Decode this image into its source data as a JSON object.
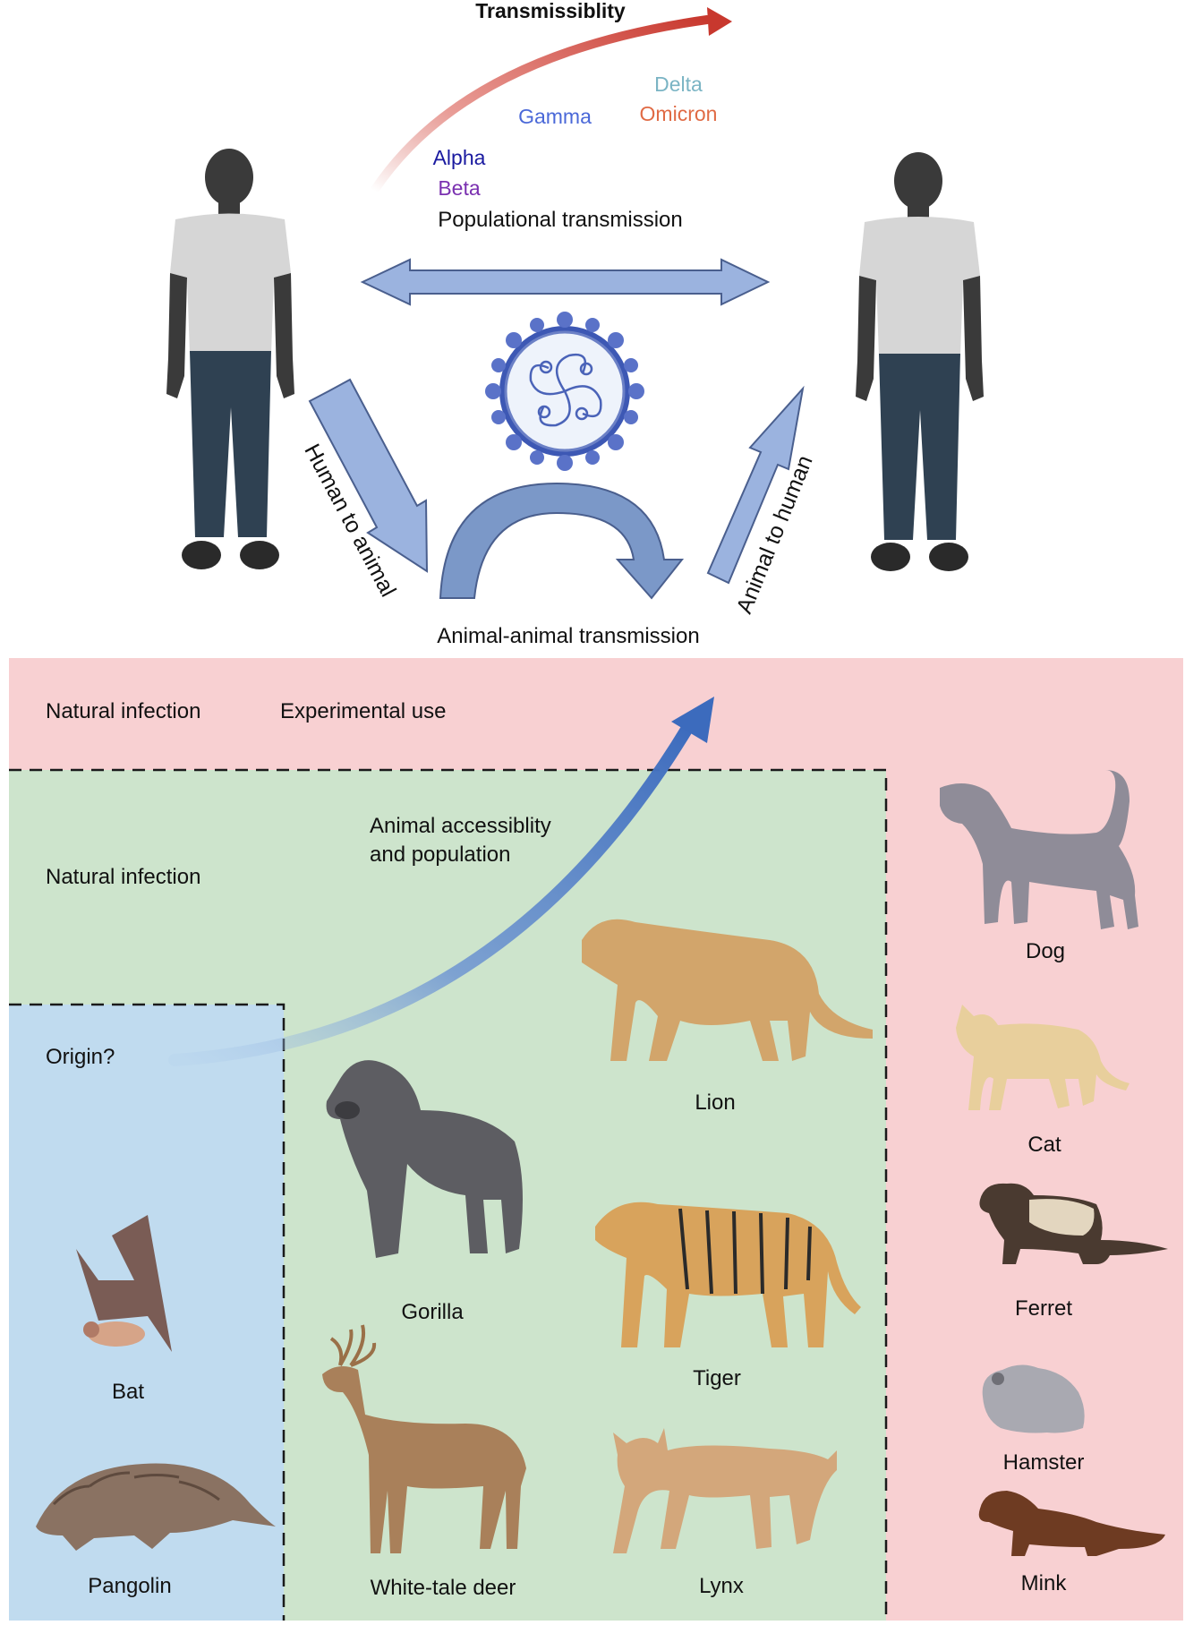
{
  "top": {
    "transmissibility": "Transmissiblity",
    "variants": {
      "alpha": "Alpha",
      "beta": "Beta",
      "gamma": "Gamma",
      "delta": "Delta",
      "omicron": "Omicron"
    },
    "populational": "Populational transmission",
    "human_to_animal": "Human to animal",
    "animal_to_human": "Animal to human",
    "animal_animal": "Animal-animal transmission"
  },
  "zones": {
    "pink_left": "Natural infection",
    "pink_right": "Experimental use",
    "green": "Natural infection",
    "blue": "Origin?",
    "accessibility_line1": "Animal  accessiblity",
    "accessibility_line2": "and population"
  },
  "animals": {
    "bat": "Bat",
    "pangolin": "Pangolin",
    "gorilla": "Gorilla",
    "deer": "White-tale deer",
    "lion": "Lion",
    "tiger": "Tiger",
    "lynx": "Lynx",
    "dog": "Dog",
    "cat": "Cat",
    "ferret": "Ferret",
    "hamster": "Hamster",
    "mink": "Mink"
  },
  "colors": {
    "pink_zone": "#f8d0d2",
    "green_zone": "#cde4cc",
    "blue_zone": "#c0dbef",
    "arrow_blue": "#9bb3df",
    "trend_blue": "#3c6bbd",
    "transmissibility_red": "#c8382e",
    "alpha": "#1a1aa0",
    "beta": "#7a30b0",
    "gamma": "#4a68d8",
    "delta": "#7ab4c4",
    "omicron": "#e06a44"
  }
}
